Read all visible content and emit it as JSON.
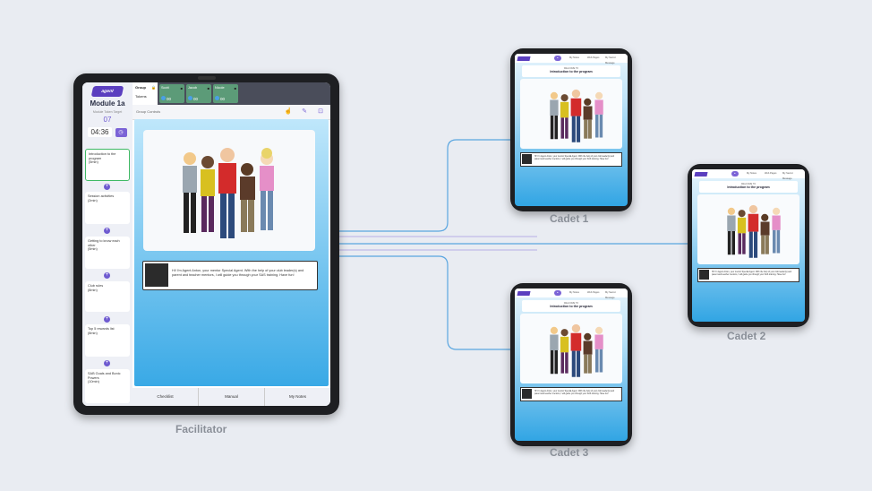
{
  "facilitator": {
    "label": "Facilitator",
    "module_title": "Module 1a",
    "tokens_target_label": "Module Token Target",
    "tokens_target_value": "07",
    "timer": "04:36",
    "logo_text": "agent",
    "activities": [
      {
        "title": "Introduction to the program",
        "duration": "(5min)",
        "selected": true
      },
      {
        "title": "Session activities",
        "duration": "(2min)",
        "selected": false
      },
      {
        "title": "Getting to know each other",
        "duration": "(5min)",
        "selected": false
      },
      {
        "title": "Club rules",
        "duration": "(8min)",
        "selected": false
      },
      {
        "title": "Top 5 rewards list",
        "duration": "(8min)",
        "selected": false
      },
      {
        "title": "SAB Goals and Bonic Powers",
        "duration": "(10min)",
        "selected": false
      }
    ],
    "group_tab": {
      "group_label": "Group",
      "tokens_label": "Tokens"
    },
    "student_tabs": [
      {
        "name": "Scott",
        "value": "00"
      },
      {
        "name": "Jacob",
        "value": "00"
      },
      {
        "name": "Nicole",
        "value": "00"
      }
    ],
    "group_controls_label": "Group Controls",
    "control_icons": [
      "pointer-icon",
      "pencil-icon",
      "lock-icon"
    ],
    "message": "Hi! I'm Agent Anton, your mentor Special Agent. With the help of your club leader(s) and parent and teacher mentors, I will guide you through your SAS training. Have fun!",
    "bottom_tabs": [
      "Checklist",
      "Manual",
      "My Notes"
    ]
  },
  "cadets": [
    {
      "label": "Cadet 1"
    },
    {
      "label": "Cadet 2"
    },
    {
      "label": "Cadet 3"
    }
  ],
  "cadet_screen": {
    "welcome": "WELCOME TO",
    "title": "Introduction to the program",
    "nav_items": [
      "My Notes",
      "Web Pages",
      "My Secret Message"
    ],
    "message": "Hi! I'm Agent Anton, your mentor Special Agent. With the help of your club leader(s) and parent and teacher mentors, I will guide you through your SAS training. Have fun!"
  },
  "colors": {
    "accent": "#6e5ad0",
    "link_line": "#5aa6e0",
    "link_line_purple": "#7b63d6",
    "selected_border": "#3fb964"
  }
}
